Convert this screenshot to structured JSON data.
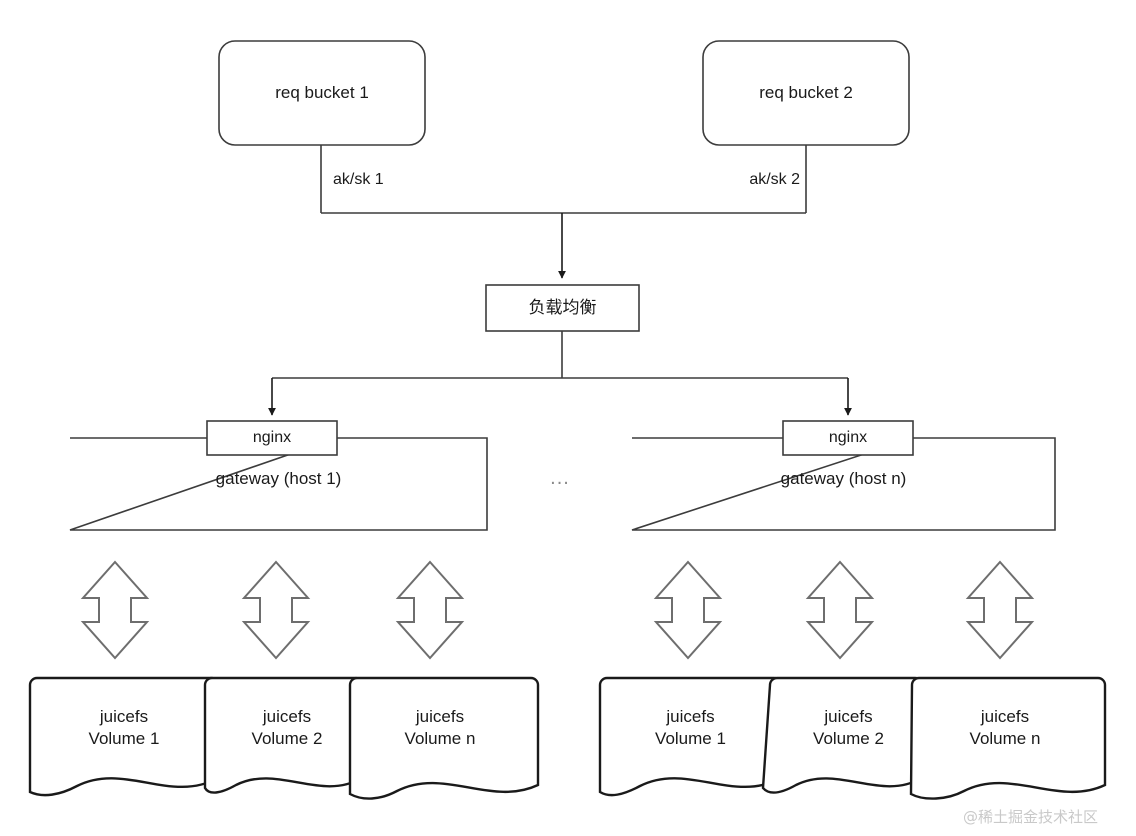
{
  "diagram": {
    "title": "JuiceFS S3 Gateway load-balanced architecture",
    "stroke_color": "#3c3c3c",
    "fill_color": "#ffffff",
    "text_color": "#1a1a1a",
    "watermark": "@稀土掘金技术社区",
    "ellipsis": "...",
    "sources": [
      {
        "id": "req-bucket-1",
        "label": "req bucket 1",
        "shape": "rounded-rectangle"
      },
      {
        "id": "req-bucket-2",
        "label": "req bucket 2",
        "shape": "rounded-rectangle"
      }
    ],
    "edge_labels": [
      {
        "id": "ak-sk-1",
        "label": "ak/sk 1"
      },
      {
        "id": "ak-sk-2",
        "label": "ak/sk 2"
      }
    ],
    "load_balancer": {
      "id": "load-balancer",
      "label": "负载均衡",
      "shape": "rectangle"
    },
    "gateways": [
      {
        "id": "gateway-host-1",
        "label": "gateway (host 1)",
        "proxy": {
          "id": "nginx-1",
          "label": "nginx"
        },
        "volumes": [
          {
            "id": "volume-1-1",
            "line1": "juicefs",
            "line2": "Volume 1"
          },
          {
            "id": "volume-1-2",
            "line1": "juicefs",
            "line2": "Volume 2"
          },
          {
            "id": "volume-1-n",
            "line1": "juicefs",
            "line2": "Volume n"
          }
        ]
      },
      {
        "id": "gateway-host-n",
        "label": "gateway (host n)",
        "proxy": {
          "id": "nginx-n",
          "label": "nginx"
        },
        "volumes": [
          {
            "id": "volume-n-1",
            "line1": "juicefs",
            "line2": "Volume 1"
          },
          {
            "id": "volume-n-2",
            "line1": "juicefs",
            "line2": "Volume 2"
          },
          {
            "id": "volume-n-n",
            "line1": "juicefs",
            "line2": "Volume n"
          }
        ]
      }
    ]
  }
}
